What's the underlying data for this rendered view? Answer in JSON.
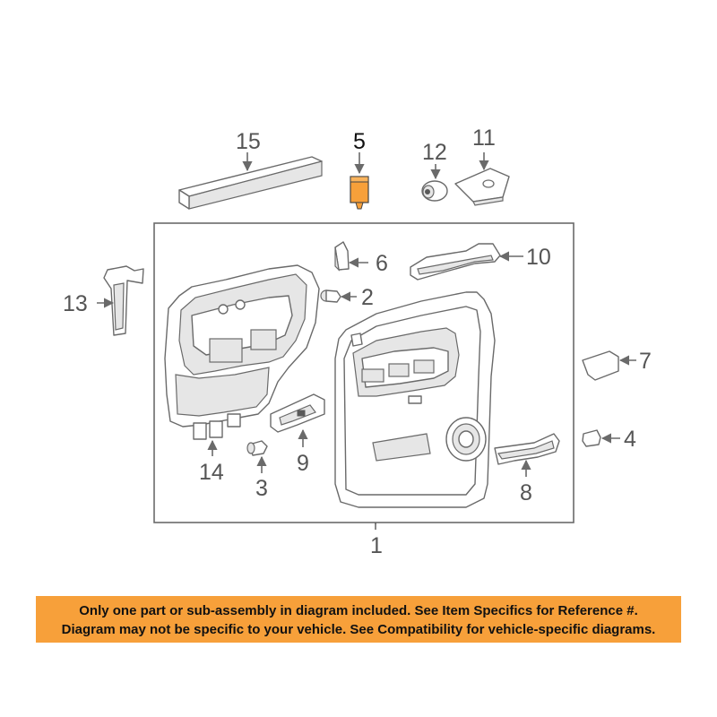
{
  "callouts": {
    "c1": "1",
    "c2": "2",
    "c3": "3",
    "c4": "4",
    "c5": "5",
    "c6": "6",
    "c7": "7",
    "c8": "8",
    "c9": "9",
    "c10": "10",
    "c11": "11",
    "c12": "12",
    "c13": "13",
    "c14": "14",
    "c15": "15"
  },
  "highlighted_part": "5",
  "colors": {
    "highlight": "#f7a03a",
    "notice_bg": "#f7a03a",
    "line": "#6a6a6a"
  },
  "notice": {
    "line1": "Only one part or sub-assembly in diagram included. See Item Specifics for Reference #.",
    "line2": "Diagram may not be specific to your vehicle. See Compatibility for vehicle-specific diagrams."
  }
}
